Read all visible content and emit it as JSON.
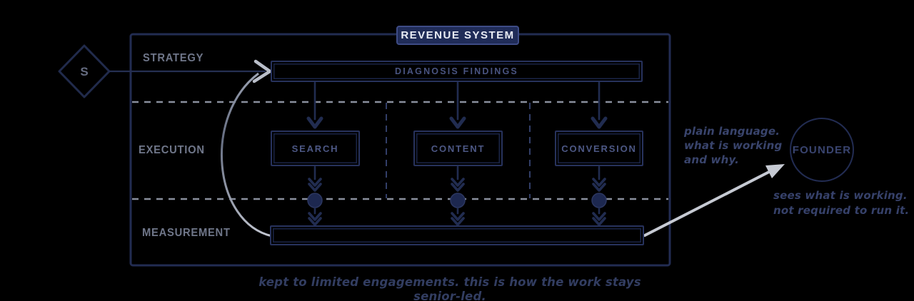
{
  "badge": {
    "label": "REVENUE SYSTEM"
  },
  "zones": {
    "strategy": "STRATEGY",
    "execution": "EXECUTION",
    "measurement": "MEASUREMENT"
  },
  "input_node": {
    "label": "S"
  },
  "diagnosis": {
    "label": "DIAGNOSIS FINDINGS"
  },
  "channels": [
    {
      "label": "SEARCH"
    },
    {
      "label": "CONTENT"
    },
    {
      "label": "CONVERSION"
    }
  ],
  "founder": {
    "label": "FOUNDER",
    "notes_plain": [
      "plain language.",
      "what is working",
      "and why."
    ],
    "notes_sees": [
      "sees what is working.",
      "not required to run it."
    ]
  },
  "caption": "kept to limited engagements. this is how the work stays senior-led.",
  "colors": {
    "background": "#000000",
    "ink_navy": "#222c52",
    "badge_fill": "#202c58",
    "badge_border": "#3e4c86",
    "badge_text": "#e9ecf5",
    "zone_label": "#6f7689",
    "box_label": "#4d5885",
    "dashed_gray": "#989fae",
    "dashed_navy": "#323e68",
    "dot_fill": "#1d2850",
    "loop_gray": "#b9bec9",
    "founder_arrow": "#c6cad3",
    "annotation": "#39446c"
  }
}
